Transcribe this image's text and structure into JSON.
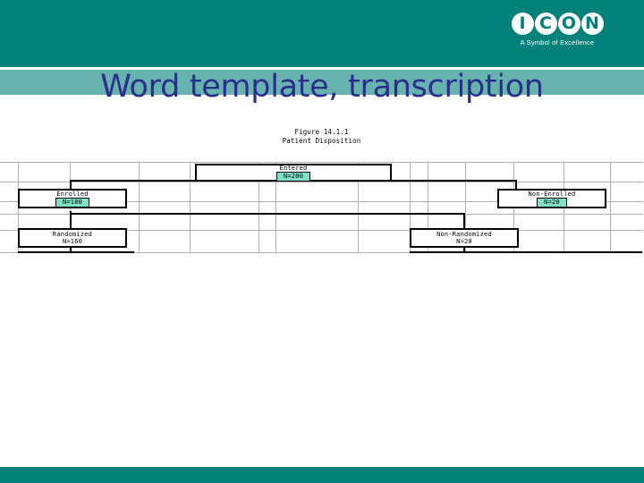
{
  "slide": {
    "title": "Word template, transcription",
    "title_color": "#2d2d8f",
    "band_color": "#00827a",
    "band_light_color": "#66b2ad"
  },
  "logo": {
    "name": "icon-logo",
    "letters": [
      "I",
      "C",
      "O",
      "N"
    ],
    "tagline": "A Symbol of Excellence"
  },
  "figure": {
    "caption_line1": "Figure 14.1.1",
    "caption_line2": "Patient Disposition",
    "highlight_color": "#7fe0c8",
    "nodes": [
      {
        "id": "entered",
        "label": "Entered",
        "n": "N=200",
        "highlighted": true
      },
      {
        "id": "enrolled",
        "label": "Enrolled",
        "n": "N=180",
        "highlighted": true
      },
      {
        "id": "non-enrolled",
        "label": "Non-Enrolled",
        "n": "N=20",
        "highlighted": true
      },
      {
        "id": "randomized",
        "label": "Randomized",
        "n": "N=160",
        "highlighted": false
      },
      {
        "id": "non-randomized",
        "label": "Non-Randomized",
        "n": "N=20",
        "highlighted": false
      }
    ]
  }
}
